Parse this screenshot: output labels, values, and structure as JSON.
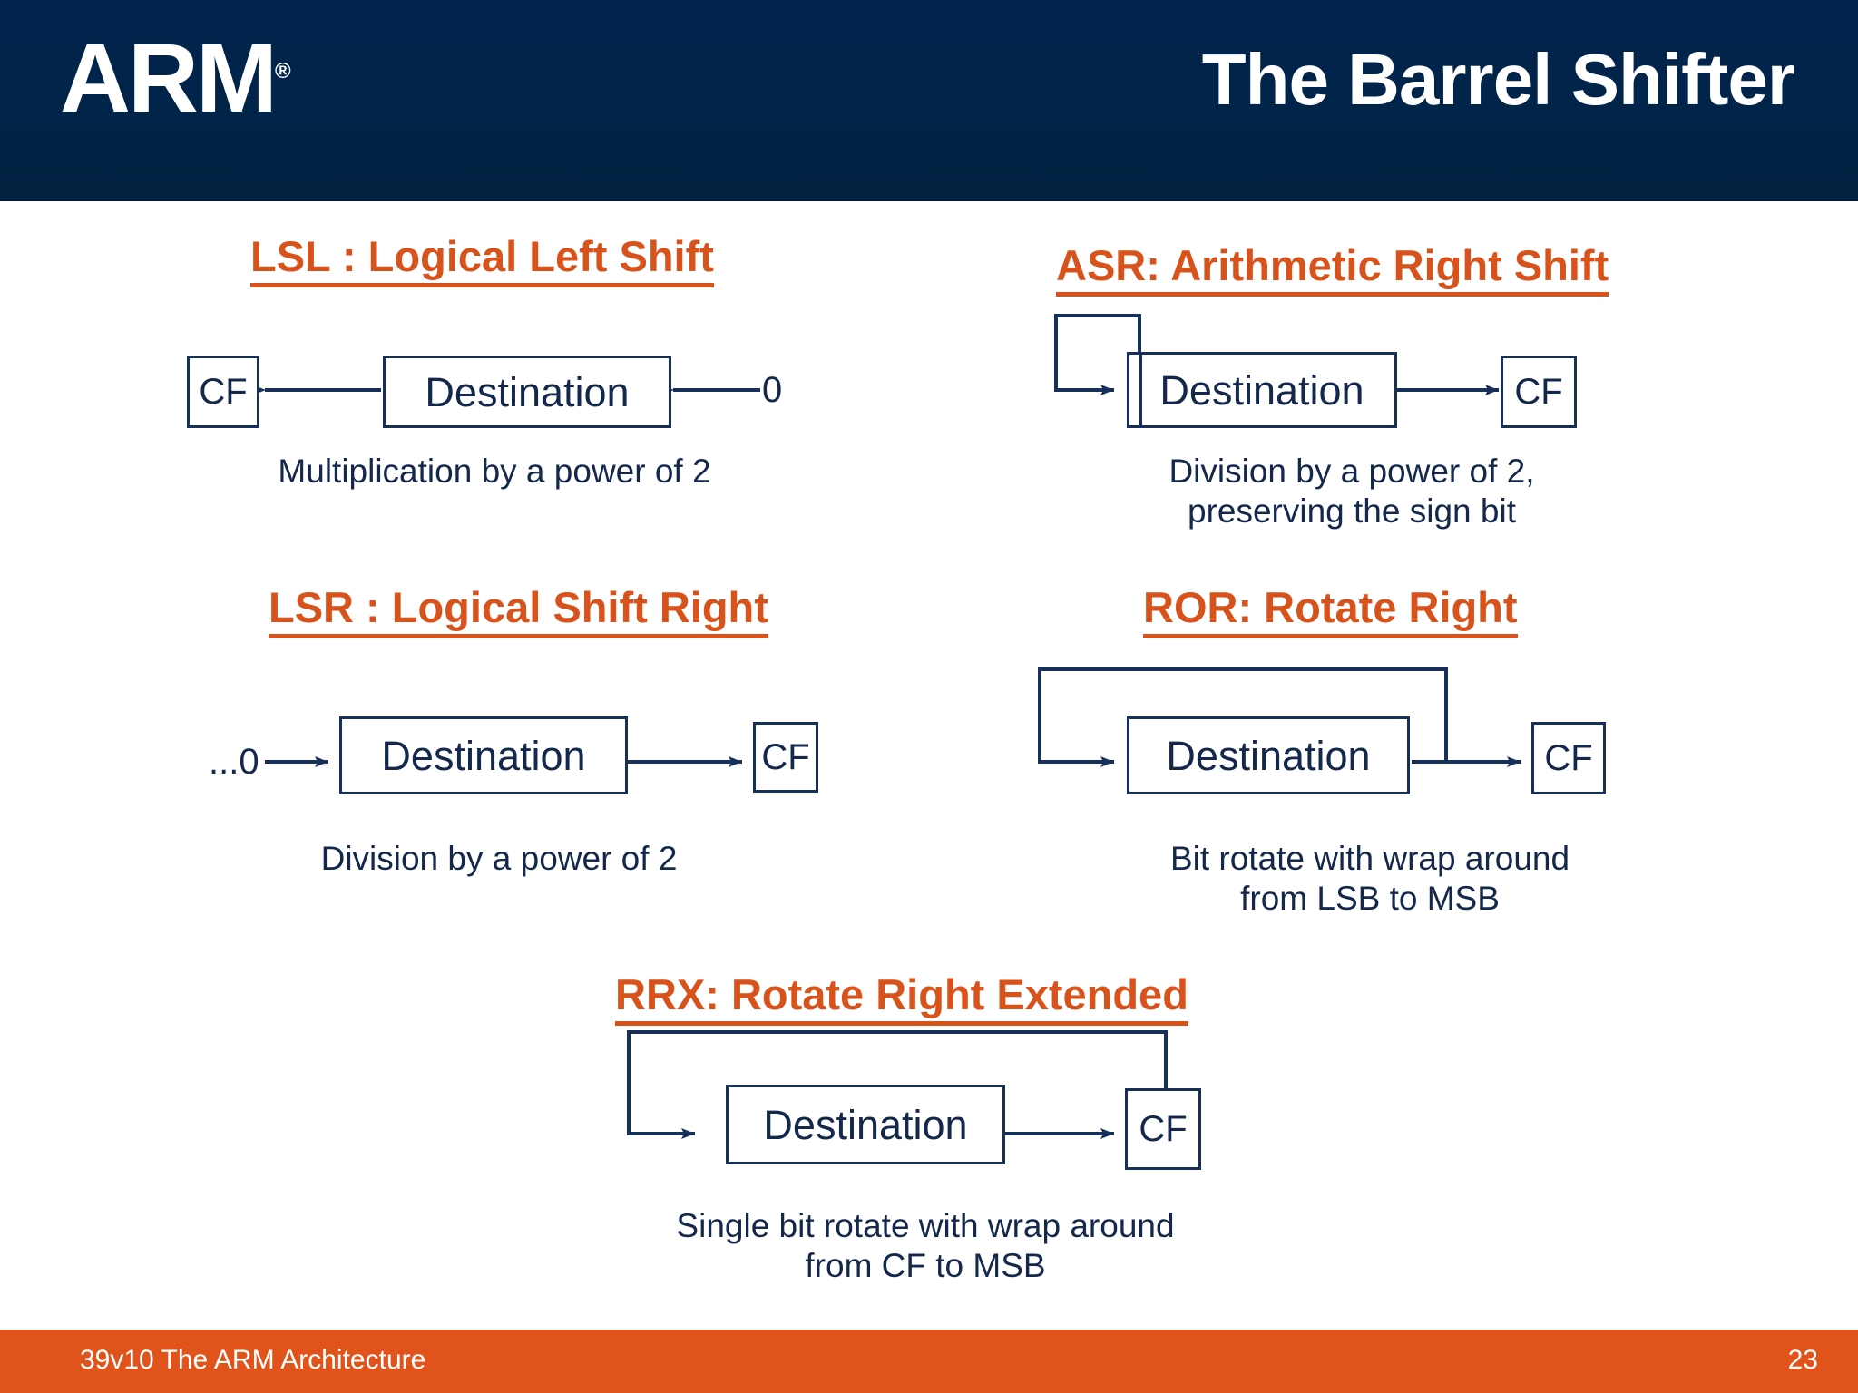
{
  "header": {
    "logo_text": "ARM",
    "logo_registered_mark": "®",
    "title": "The Barrel Shifter",
    "background_color": "#02244d"
  },
  "footer": {
    "text": "39v10 The ARM Architecture",
    "page_number": "23",
    "background_color": "#e0531a"
  },
  "theme": {
    "accent_orange": "#d8521b",
    "navy": "#14284c",
    "line_navy": "#17305a"
  },
  "diagrams": [
    {
      "id": "lsl",
      "title": "LSL : Logical Left Shift",
      "register_label": "Destination",
      "flag_label": "CF",
      "input_label": "0",
      "caption": "Multiplication by a power of 2",
      "caption_lines": [
        "Multiplication by a power of 2"
      ]
    },
    {
      "id": "asr",
      "title": "ASR: Arithmetic Right Shift",
      "register_label": "Destination",
      "flag_label": "CF",
      "input_label": "",
      "caption": "Division by a power of 2, preserving the sign bit",
      "caption_lines": [
        "Division by a power of 2,",
        "preserving the sign bit"
      ]
    },
    {
      "id": "lsr",
      "title": "LSR : Logical Shift Right",
      "register_label": "Destination",
      "flag_label": "CF",
      "input_label": "...0",
      "caption": "Division by a power of 2",
      "caption_lines": [
        "Division by a power of 2"
      ]
    },
    {
      "id": "ror",
      "title": "ROR: Rotate Right",
      "register_label": "Destination",
      "flag_label": "CF",
      "input_label": "",
      "caption": "Bit rotate with wrap around from LSB to MSB",
      "caption_lines": [
        "Bit rotate with wrap around",
        "from LSB to MSB"
      ]
    },
    {
      "id": "rrx",
      "title": "RRX: Rotate Right Extended",
      "register_label": "Destination",
      "flag_label": "CF",
      "input_label": "",
      "caption": "Single bit rotate with wrap around from CF to MSB",
      "caption_lines": [
        "Single bit rotate with wrap around",
        "from CF to MSB"
      ]
    }
  ]
}
